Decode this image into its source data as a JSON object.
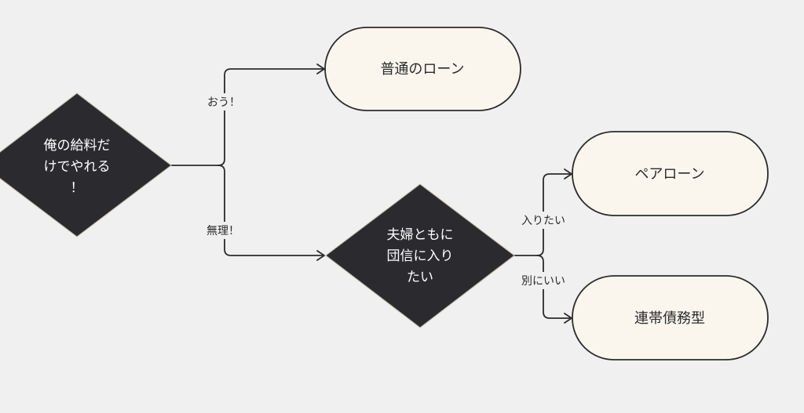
{
  "colors": {
    "background": "#f0f0f0",
    "decision_fill": "#2b2b2f",
    "decision_text": "#ffffff",
    "terminal_fill": "#faf6ee",
    "terminal_text": "#2b2b2b",
    "line": "#2b2b2b"
  },
  "nodes": {
    "decision_salary": {
      "lines": [
        "俺の給料だ",
        "けでやれる",
        "！"
      ]
    },
    "decision_insurance": {
      "lines": [
        "夫婦ともに",
        "団信に入り",
        "たい"
      ]
    },
    "terminal_normal_loan": {
      "label": "普通のローン"
    },
    "terminal_pair_loan": {
      "label": "ペアローン"
    },
    "terminal_joint_debt": {
      "label": "連帯債務型"
    }
  },
  "edges": {
    "yes_salary": {
      "label": "おう！"
    },
    "no_salary": {
      "label": "無理！"
    },
    "want_insurance": {
      "label": "入りたい"
    },
    "dont_care": {
      "label": "別にいい"
    }
  }
}
